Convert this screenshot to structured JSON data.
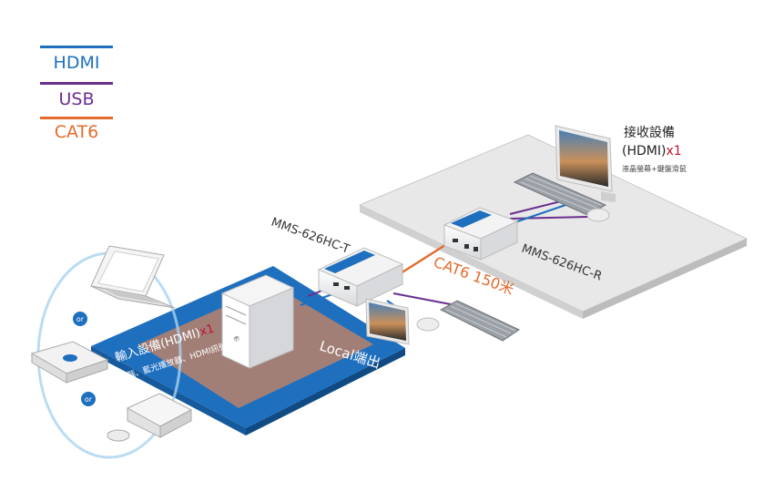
{
  "legend": {
    "items": [
      {
        "label": "HDMI",
        "color": "#1f6fbf"
      },
      {
        "label": "USB",
        "color": "#6a2e8f"
      },
      {
        "label": "CAT6",
        "color": "#e36b2c"
      }
    ]
  },
  "transmitter": {
    "model": "MMS-626HC-T"
  },
  "receiver": {
    "model": "MMS-626HC-R"
  },
  "cable": {
    "label": "CAT6 150米",
    "color": "#e36b2c"
  },
  "receiving_device": {
    "title": "接收設備",
    "hdmi": "(HDMI)",
    "count": "x1",
    "subtitle": "液晶螢幕+鍵盤滑鼠"
  },
  "input_device": {
    "title": "輸入設備(HDMI)",
    "count": "x1",
    "subtitle": "電腦、藍光播放器、HDMI訊號設備"
  },
  "local_output": {
    "label": "Local端出"
  },
  "or_badges": [
    "or",
    "or"
  ],
  "colors": {
    "accent_blue": "#1f6fbf",
    "count_red": "#c8102e",
    "platform_gray": "#e6e6e6"
  }
}
